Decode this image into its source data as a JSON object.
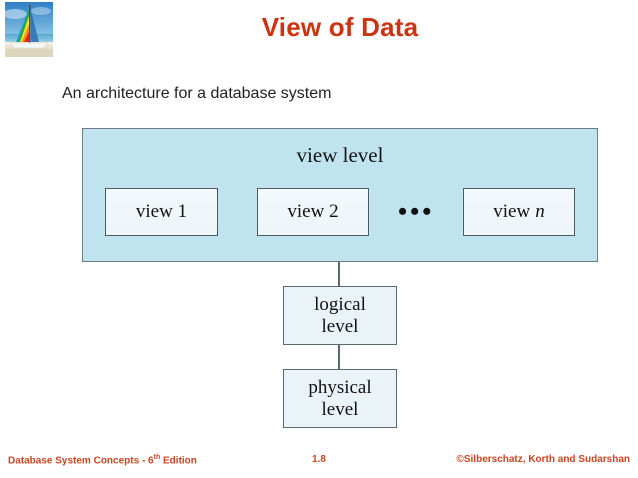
{
  "logo": {
    "icon": "sailboat-beach-photo",
    "alt": "Sailboat with rainbow sail on a beach"
  },
  "slide": {
    "title": "View of Data",
    "title_color": "#CC3311",
    "subtitle": "An architecture for a database system"
  },
  "diagram": {
    "view_level": {
      "label": "view level",
      "fill_color": "#BFE4EF",
      "border_color": "#6E7B80",
      "views": [
        {
          "label": "view 1",
          "italic_suffix": ""
        },
        {
          "label": "view 2",
          "italic_suffix": ""
        },
        {
          "label": "view",
          "italic_suffix": "n"
        }
      ],
      "ellipsis": "•••"
    },
    "logical_level": {
      "line1": "logical",
      "line2": "level",
      "fill_color": "#EAF3F8",
      "border_color": "#5A6A70"
    },
    "physical_level": {
      "line1": "physical",
      "line2": "level",
      "fill_color": "#EAF3F8",
      "border_color": "#5A6A70"
    }
  },
  "footer": {
    "left_text": "Database System Concepts - 6",
    "left_sup": "th",
    "left_tail": " Edition",
    "page_number": "1.8",
    "right_text": "©Silberschatz, Korth and Sudarshan",
    "color": "#CC4422"
  }
}
